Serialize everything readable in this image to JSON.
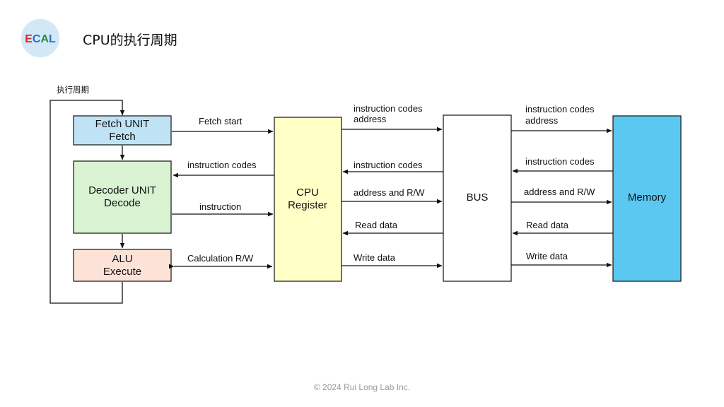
{
  "header": {
    "logo_text": "ECAL",
    "title": "CPU的执行周期"
  },
  "colors": {
    "fetch": "#bfe3f5",
    "decoder": "#d8f2d2",
    "alu": "#fde3d7",
    "register": "#ffffc6",
    "bus": "#ffffff",
    "memory": "#5bc8f2",
    "logo_e": "#d62828",
    "logo_c": "#2b6cc4",
    "logo_a": "#2e8b3a",
    "logo_l": "#2b6cc4"
  },
  "diagram": {
    "loop_label": "执行周期",
    "boxes": {
      "fetch": [
        "Fetch UNIT",
        "Fetch"
      ],
      "decoder": [
        "Decoder UNIT",
        "Decode"
      ],
      "alu": [
        "ALU",
        "Execute"
      ],
      "register": [
        "CPU",
        "Register"
      ],
      "bus": [
        "BUS"
      ],
      "memory": [
        "Memory"
      ]
    },
    "arrows_left": {
      "fetch_start": "Fetch start",
      "instruction_codes": "instruction codes",
      "instruction": "instruction",
      "calculation": "Calculation R/W"
    },
    "arrows_mid": {
      "instr_codes_addr": [
        "instruction codes",
        "address"
      ],
      "instruction_codes": "instruction codes",
      "address_rw": "address and R/W",
      "read_data": "Read data",
      "write_data": "Write data"
    },
    "arrows_right": {
      "instr_codes_addr": [
        "instruction codes",
        "address"
      ],
      "instruction_codes": "instruction codes",
      "address_rw": "address and R/W",
      "read_data": "Read data",
      "write_data": "Write data"
    }
  },
  "footer": "© 2024 Rui Long Lab Inc."
}
